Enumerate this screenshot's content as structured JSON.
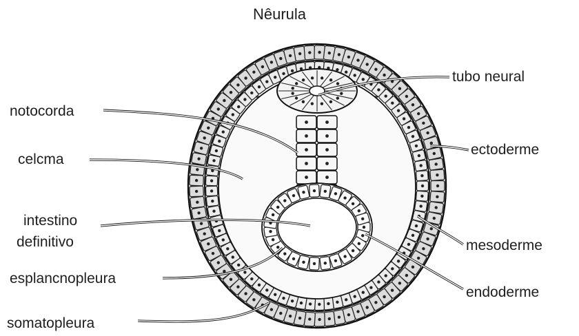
{
  "title": "Nêurula",
  "labels": {
    "tubo_neural": "tubo neural",
    "notocorda": "notocorda",
    "celoma": "celcma",
    "intestino_1": "intestino",
    "intestino_2": "definitivo",
    "esplancnopleura": "esplancnopleura",
    "somatopleura": "somatopleura",
    "ectoderme": "ectoderme",
    "mesoderme": "mesoderme",
    "endoderme": "endoderme"
  }
}
